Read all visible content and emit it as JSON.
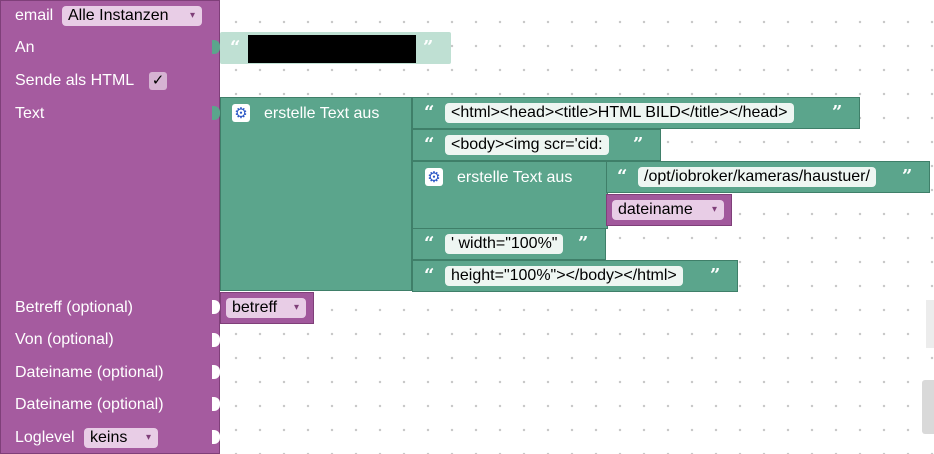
{
  "email_block": {
    "title": "email",
    "instance_dropdown": "Alle Instanzen",
    "to_label": "An",
    "html_label": "Sende als HTML",
    "html_checked": "✓",
    "text_label": "Text",
    "subject_label": "Betreff (optional)",
    "subject_var": "betreff",
    "from_label": "Von (optional)",
    "file1_label": "Dateiname (optional)",
    "file2_label": "Dateiname (optional)",
    "loglevel_label": "Loglevel",
    "loglevel_dropdown": "keins"
  },
  "to_value": {
    "open_quote": "“",
    "close_quote": "”",
    "redacted": true
  },
  "text_join": {
    "label": "erstelle Text aus",
    "items": [
      "<html><head><title>HTML BILD</title></head>",
      "<body><img scr='cid:",
      "' width=\"100%\"",
      "height=\"100%\"></body></html>"
    ]
  },
  "inner_join": {
    "label": "erstelle Text aus",
    "path": "/opt/iobroker/kameras/haustuer/",
    "var": "dateiname"
  },
  "quotes": {
    "open": "“",
    "close": "”"
  },
  "colors": {
    "purple": "#a55b9f",
    "green": "#5ba58c",
    "gear_blue": "#2a56c6"
  },
  "icons": {
    "gear": "⚙",
    "dropdown_arrow": "▾"
  }
}
